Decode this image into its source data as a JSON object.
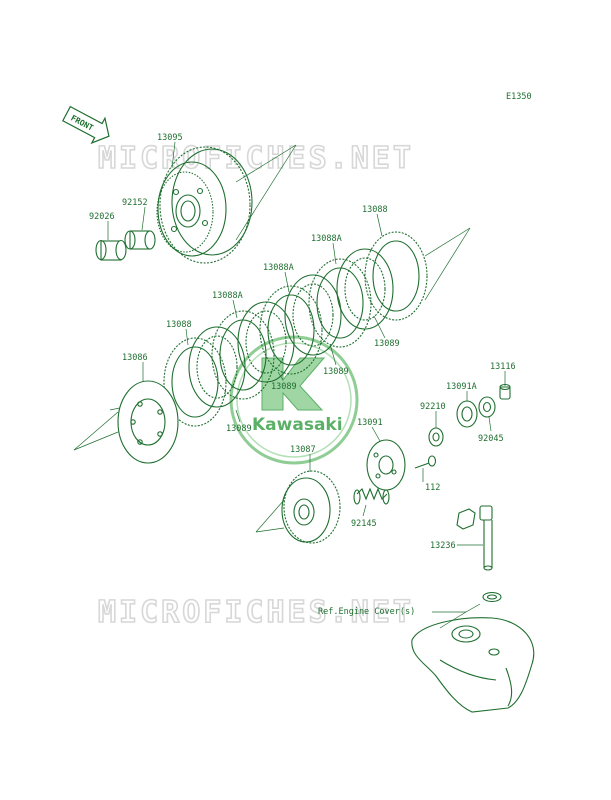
{
  "diagram_code": "E1350",
  "front_label": "FRONT",
  "watermark_text": "MICROFICHES.NET",
  "logo_text": "Kawasaki",
  "ref_label": "Ref.Engine Cover(s)",
  "parts": [
    {
      "id": "p13095",
      "label": "13095"
    },
    {
      "id": "p92152",
      "label": "92152"
    },
    {
      "id": "p92026",
      "label": "92026"
    },
    {
      "id": "p13088_top",
      "label": "13088"
    },
    {
      "id": "p13088A_1",
      "label": "13088A"
    },
    {
      "id": "p13088A_2",
      "label": "13088A"
    },
    {
      "id": "p13088A_3",
      "label": "13088A"
    },
    {
      "id": "p13088_left",
      "label": "13088"
    },
    {
      "id": "p13086",
      "label": "13086"
    },
    {
      "id": "p13089_1",
      "label": "13089"
    },
    {
      "id": "p13089_2",
      "label": "13089"
    },
    {
      "id": "p13089_3",
      "label": "13089"
    },
    {
      "id": "p13089_4",
      "label": "13089"
    },
    {
      "id": "p13116",
      "label": "13116"
    },
    {
      "id": "p13091A",
      "label": "13091A"
    },
    {
      "id": "p92210",
      "label": "92210"
    },
    {
      "id": "p92045",
      "label": "92045"
    },
    {
      "id": "p13091",
      "label": "13091"
    },
    {
      "id": "p13087",
      "label": "13087"
    },
    {
      "id": "p112",
      "label": "112"
    },
    {
      "id": "p92145",
      "label": "92145"
    },
    {
      "id": "p13236",
      "label": "13236"
    }
  ],
  "colors": {
    "line": "#1f6f30",
    "watermark": "#d7d7d7",
    "logo": "#3fa34d"
  }
}
